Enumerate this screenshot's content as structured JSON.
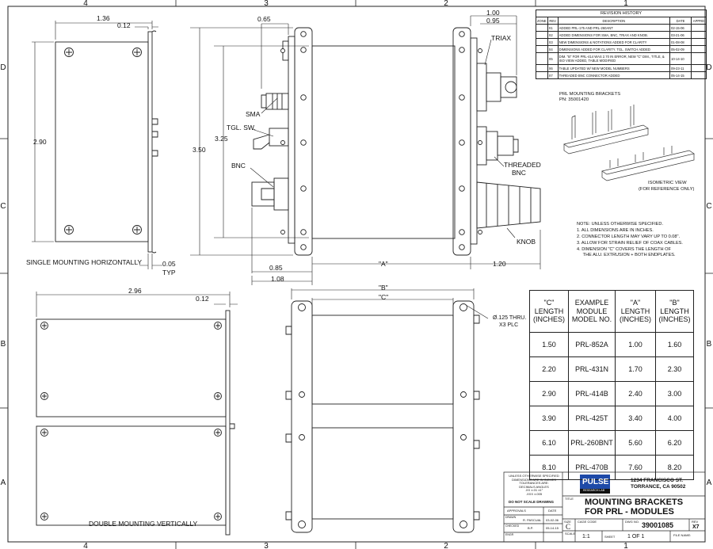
{
  "border": {
    "cols": [
      "4",
      "3",
      "2",
      "1"
    ],
    "rows": [
      "D",
      "C",
      "B",
      "A"
    ]
  },
  "revision": {
    "title": "REVISION HISTORY",
    "headers": [
      "ZONE",
      "REV",
      "DESCRIPTION",
      "DATE",
      "APPRD"
    ],
    "rows": [
      {
        "rev": "X1",
        "desc": "ADDED PRL-175 AND PRL-260ANT",
        "date": "02-15-06"
      },
      {
        "rev": "X2",
        "desc": "ADDED DIMENSIONS FOR SMA, BNC, TRIAX AND KNOB.",
        "date": "03-21-06"
      },
      {
        "rev": "X3",
        "desc": "NEW DIMENSIONS & NOTATIONS ADDED FOR CLARITY",
        "date": "01-08-08"
      },
      {
        "rev": "X4",
        "desc": "DIMENSIONS ADDED FOR CLARITY.  TGL. SWITCH ADDED",
        "date": "05-02-09"
      },
      {
        "rev": "X5",
        "desc": "DIM. \"B\" FOR PRL-414 WAS 2.70 IN ERROR, NEW \"C\" DIM., TITLE, & ISO VIEW ADDED, TABLE MODIFIED",
        "date": "10-14-10"
      },
      {
        "rev": "X6",
        "desc": "TABLE UPDATED W/ NEW MODEL NUMBERS",
        "date": "09-23-11"
      },
      {
        "rev": "X7",
        "desc": "THREADED BNC CONNECTOR ADDED",
        "date": "05-14-15"
      }
    ]
  },
  "dims": {
    "w136": "1.36",
    "w012a": "0.12",
    "h290": "2.90",
    "w005": "0.05",
    "typ": "TYP",
    "w065": "0.65",
    "h350": "3.50",
    "h325": "3.25",
    "w085": "0.85",
    "w108": "1.08",
    "w100": "1.00",
    "w095": "0.95",
    "w120": "1.20",
    "a": "\"A\"",
    "w296": "2.96",
    "w012b": "0.12",
    "b": "\"B\"",
    "c": "\"C\"",
    "hole1": "Ø.125 THRU.",
    "hole2": "X3 PLC"
  },
  "labels": {
    "sma": "SMA",
    "tgl": "TGL. SW.",
    "bnc": "BNC",
    "triax": "TRIAX",
    "threaded1": "THREADED",
    "threaded2": "BNC",
    "knob": "KNOB",
    "horiz": "SINGLE MOUNTING HORIZONTALLY",
    "vert": "DOUBLE MOUNTING VERTICALLY"
  },
  "iso": {
    "title1": "PRL MOUNTING BRACKETS",
    "title2": "PN: 35001420",
    "caption1": "ISOMETRIC VIEW",
    "caption2": "(FOR REFERENCE ONLY)"
  },
  "notes": [
    "NOTE: UNLESS OTHERWISE SPECIFIED.",
    "1.  ALL DIMENSIONS ARE IN INCHES.",
    "2.  CONNECTOR LENGTH MAY VARY UP TO 0.08\".",
    "3.  ALLOW FOR STRAIN RELIEF OF COAX CABLES.",
    "4.  DIMENSION \"C\" COVERS THE LENGTH OF",
    "     THE ALU. EXTRUSION + BOTH ENDPLATES."
  ],
  "lookup": {
    "headers": [
      "\"C\" LENGTH (INCHES)",
      "EXAMPLE MODULE MODEL NO.",
      "\"A\" LENGTH (INCHES)",
      "\"B\" LENGTH (INCHES)"
    ],
    "rows": [
      [
        "1.50",
        "PRL-852A",
        "1.00",
        "1.60"
      ],
      [
        "2.20",
        "PRL-431N",
        "1.70",
        "2.30"
      ],
      [
        "2.90",
        "PRL-414B",
        "2.40",
        "3.00"
      ],
      [
        "3.90",
        "PRL-425T",
        "3.40",
        "4.00"
      ],
      [
        "6.10",
        "PRL-260BNT",
        "5.60",
        "6.20"
      ],
      [
        "8.10",
        "PRL-470B",
        "7.60",
        "8.20"
      ]
    ]
  },
  "titleblock": {
    "tol1": "UNLESS OTHERWISE SPECIFIED",
    "tol2": "DIMENSIONS ARE IN INCHES",
    "tol3": "TOLERANCES ARE:",
    "tol4": "DECIMALS  ANGLES",
    "tol5": ".XX ±.01   ±1°",
    "tol6": ".XXX ±.005",
    "dns": "DO NOT SCALE DRAWING",
    "approvals": "APPROVALS",
    "date": "DATE",
    "drawn": "DRAWN",
    "drawn_by": "R. PASCUAL",
    "drawn_date": "03-02-06",
    "checked": "CHECKED",
    "checked_by": "B.P.",
    "checked_date": "05-14-15",
    "eng": "ENGR",
    "logo1": "PULSE",
    "logo2": "RESEARCH LAB",
    "addr1": "1234 FRANCISCO ST.",
    "addr2": "TORRANCE, CA 90502",
    "title_label": "TITLE",
    "title1": "MOUNTING BRACKETS",
    "title2": "FOR PRL - MODULES",
    "size_label": "SIZE",
    "size": "C",
    "cage_label": "CAGE CODE",
    "dwg_label": "DWG NO.",
    "dwg": "39001085",
    "rev_label": "REV",
    "rev": "X7",
    "scale_label": "SCALE",
    "scale": "1:1",
    "sheet_label": "SHEET",
    "sheet": "1 OF 1",
    "file_label": "FILE NAME:"
  }
}
